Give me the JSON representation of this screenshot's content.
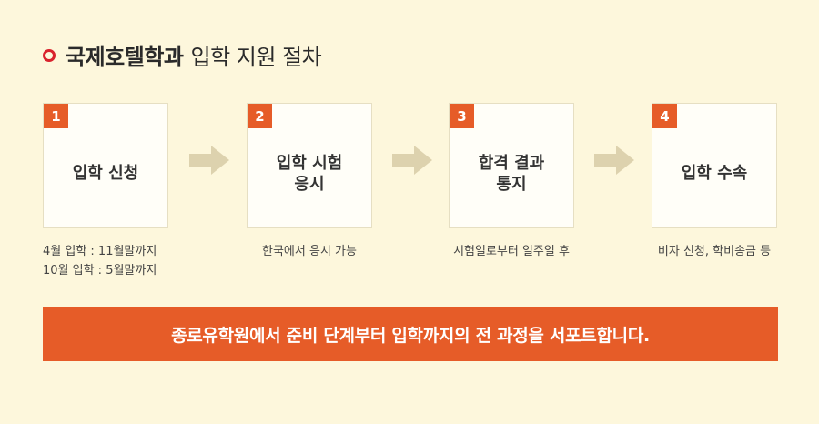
{
  "header": {
    "title_strong": "국제호텔학과",
    "title_normal": "입학 지원 절차"
  },
  "steps": [
    {
      "number": "1",
      "label": "입학 신청"
    },
    {
      "number": "2",
      "label": "입학 시험\n응시"
    },
    {
      "number": "3",
      "label": "합격 결과\n통지"
    },
    {
      "number": "4",
      "label": "입학 수속"
    }
  ],
  "descriptions": {
    "step1_line1": "4월 입학 : 11월말까지",
    "step1_line2": "10월 입학 : 5월말까지",
    "step2": "한국에서 응시 가능",
    "step3": "시험일로부터 일주일 후",
    "step4": "비자 신청, 학비송금 등"
  },
  "banner": {
    "text": "종로유학원에서 준비 단계부터 입학까지의 전 과정을 서포트합니다."
  },
  "colors": {
    "accent": "#e65c28",
    "background": "#fdf7dc",
    "arrow": "#ddd2ae",
    "dot": "#d9232d"
  }
}
